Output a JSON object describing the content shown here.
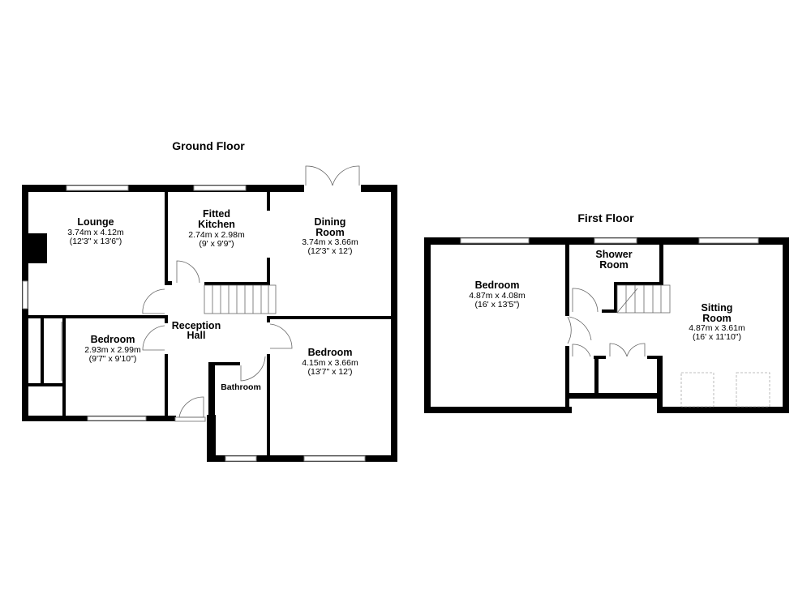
{
  "ground_floor": {
    "title": "Ground Floor",
    "rooms": {
      "lounge": {
        "name": "Lounge",
        "metric": "3.74m x 4.12m",
        "imperial": "(12'3\" x 13'6\")"
      },
      "kitchen": {
        "name1": "Fitted",
        "name2": "Kitchen",
        "metric": "2.74m x 2.98m",
        "imperial": "(9' x 9'9\")"
      },
      "dining": {
        "name1": "Dining",
        "name2": "Room",
        "metric": "3.74m x 3.66m",
        "imperial": "(12'3\" x 12')"
      },
      "hall": {
        "name1": "Reception",
        "name2": "Hall"
      },
      "bedroom1": {
        "name": "Bedroom",
        "metric": "2.93m x 2.99m",
        "imperial": "(9'7\" x 9'10\")"
      },
      "bedroom2": {
        "name": "Bedroom",
        "metric": "4.15m x 3.66m",
        "imperial": "(13'7\" x 12')"
      },
      "bathroom": {
        "name": "Bathroom"
      }
    }
  },
  "first_floor": {
    "title": "First Floor",
    "rooms": {
      "bedroom": {
        "name": "Bedroom",
        "metric": "4.87m x 4.08m",
        "imperial": "(16' x 13'5\")"
      },
      "shower": {
        "name1": "Shower",
        "name2": "Room"
      },
      "sitting": {
        "name1": "Sitting",
        "name2": "Room",
        "metric": "4.87m x 3.61m",
        "imperial": "(16' x 11'10\")"
      }
    }
  }
}
